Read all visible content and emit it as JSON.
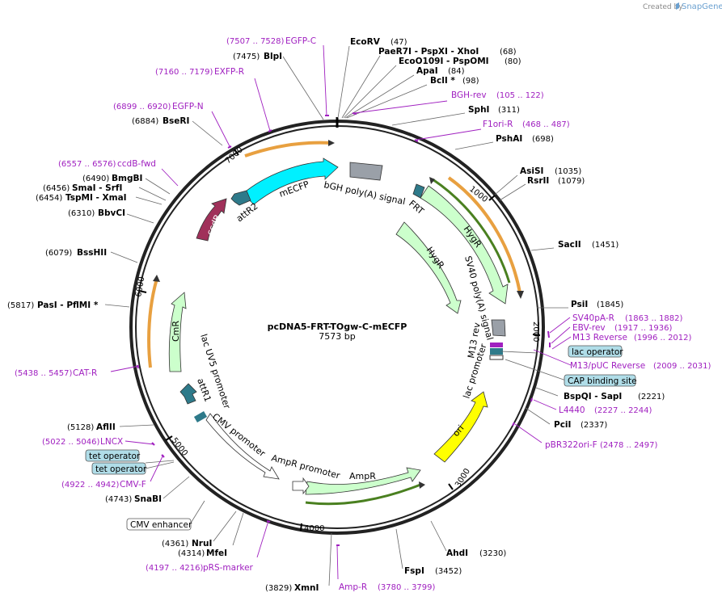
{
  "header": {
    "created_by": "Created by",
    "brand": "SnapGene"
  },
  "plasmid": {
    "name": "pcDNA5-FRT-TOgw-C-mECFP",
    "size": "7573 bp",
    "length": 7573
  },
  "tick_labels": [
    "1000",
    "2000",
    "3000",
    "4000",
    "5000",
    "6000",
    "7000"
  ],
  "sites": [
    {
      "pos": "(47)",
      "name": "EcoRV"
    },
    {
      "pos": "(68)",
      "name": "PaeR7I  - PspXI  - XhoI"
    },
    {
      "pos": "(80)",
      "name": "EcoO109I  - PspOMI"
    },
    {
      "pos": "(84)",
      "name": "ApaI"
    },
    {
      "pos": "(98)",
      "name": "BclI *"
    },
    {
      "pos": "(311)",
      "name": "SphI"
    },
    {
      "pos": "(698)",
      "name": "PshAI"
    },
    {
      "pos": "(1035)",
      "name": "AsiSI"
    },
    {
      "pos": "(1079)",
      "name": "RsrII"
    },
    {
      "pos": "(1451)",
      "name": "SacII"
    },
    {
      "pos": "(1845)",
      "name": "PsiI"
    },
    {
      "pos": "(2221)",
      "name": "BspQI  - SapI"
    },
    {
      "pos": "(2337)",
      "name": "PciI"
    },
    {
      "pos": "(3230)",
      "name": "AhdI"
    },
    {
      "pos": "(3452)",
      "name": "FspI"
    },
    {
      "pos": "(3829)",
      "name": "XmnI"
    },
    {
      "pos": "(4314)",
      "name": "MfeI"
    },
    {
      "pos": "(4361)",
      "name": "NruI"
    },
    {
      "pos": "(4743)",
      "name": "SnaBI"
    },
    {
      "pos": "(5128)",
      "name": "AflII"
    },
    {
      "pos": "(5817)",
      "name": "PasI  - PflMI *"
    },
    {
      "pos": "(6079)",
      "name": "BssHII"
    },
    {
      "pos": "(6310)",
      "name": "BbvCI"
    },
    {
      "pos": "(6454)",
      "name": "TspMI  - XmaI"
    },
    {
      "pos": "(6456)",
      "name": "SmaI  - SrfI"
    },
    {
      "pos": "(6490)",
      "name": "BmgBI"
    },
    {
      "pos": "(6884)",
      "name": "BseRI"
    },
    {
      "pos": "(7475)",
      "name": "BlpI"
    }
  ],
  "primers": [
    {
      "range": "(7507 .. 7528)",
      "name": "EGFP-C"
    },
    {
      "range": "(7160 .. 7179)",
      "name": "EXFP-R"
    },
    {
      "range": "(6899 .. 6920)",
      "name": "EGFP-N"
    },
    {
      "range": "(6557 .. 6576)",
      "name": "ccdB-fwd"
    },
    {
      "range": "(105 .. 122)",
      "name": "BGH-rev"
    },
    {
      "range": "(468 .. 487)",
      "name": "F1ori-R"
    },
    {
      "range": "(1863 .. 1882)",
      "name": "SV40pA-R"
    },
    {
      "range": "(1917 .. 1936)",
      "name": "EBV-rev"
    },
    {
      "range": "(1996 .. 2012)",
      "name": "M13 Reverse"
    },
    {
      "range": "(2009 .. 2031)",
      "name": "M13/pUC Reverse"
    },
    {
      "range": "(2227 .. 2244)",
      "name": "L4440"
    },
    {
      "range": "(2478 .. 2497)",
      "name": "pBR322ori-F"
    },
    {
      "range": "(3780 .. 3799)",
      "name": "Amp-R"
    },
    {
      "range": "(4197 .. 4216)",
      "name": "pRS-marker"
    },
    {
      "range": "(4922 .. 4942)",
      "name": "CMV-F"
    },
    {
      "range": "(5022 .. 5046)",
      "name": "LNCX"
    },
    {
      "range": "(5438 .. 5457)",
      "name": "CAT-R"
    }
  ],
  "boxes": {
    "lac_operator": "lac operator",
    "cap_site": "CAP binding site",
    "tet_op_1": "tet operator",
    "tet_op_2": "tet operator",
    "cmv_enhancer": "CMV enhancer"
  },
  "features": {
    "mECFP": "mECFP",
    "bgh": "bGH poly(A) signal",
    "frt": "FRT",
    "hygr1": "HygR",
    "hygr2": "HygR",
    "sv40": "SV40 poly(A) signal",
    "m13rev": "M13 rev",
    "lacp": "lac promoter",
    "ori": "ori",
    "ampr": "AmpR",
    "ampr_promoter": "AmpR promoter",
    "cmvp": "CMV promoter",
    "attr1": "attR1",
    "lacuv5": "lac UV5 promoter",
    "cmr": "CmR",
    "ccdb": "ccdB",
    "attr2": "attR2"
  },
  "colors": {
    "purple": "#a020c0",
    "cyan": "#00f0ff",
    "yellow": "#ffff00",
    "ltgreen": "#ccffcc",
    "teal": "#2e7a8a",
    "ccdb": "#a0305a",
    "orange": "#e8a040",
    "box": "#b0dde8"
  }
}
